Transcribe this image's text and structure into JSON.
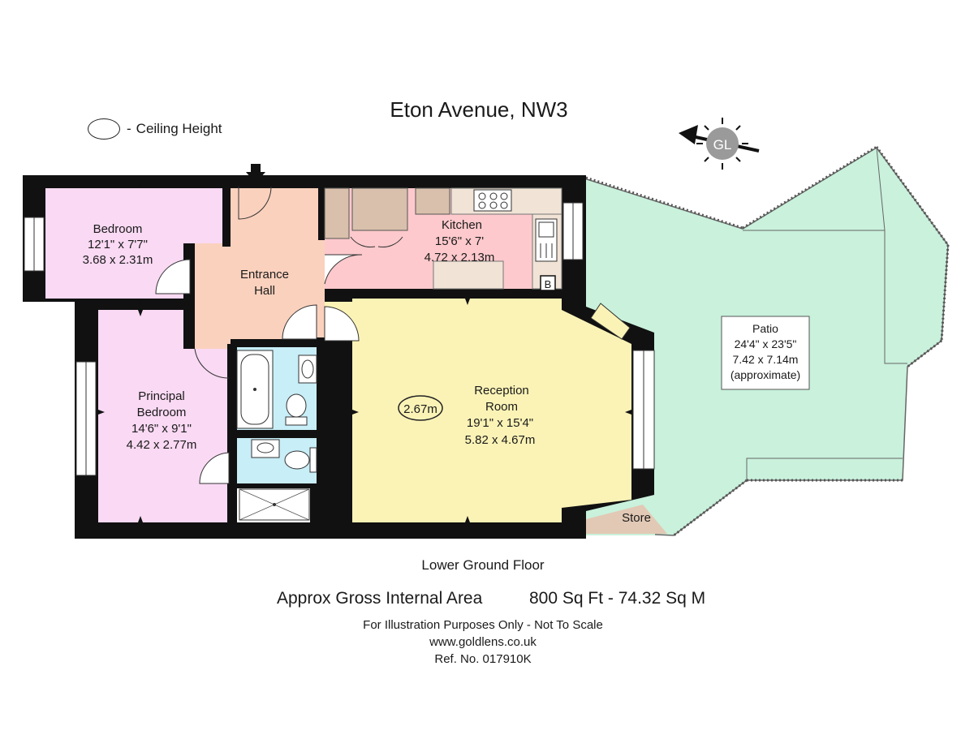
{
  "title": "Eton Avenue, NW3",
  "legend": {
    "dash": "-",
    "label": "Ceiling Height"
  },
  "compass": {
    "label": "GL",
    "color": "#9a9a9a"
  },
  "rooms": {
    "bedroom": {
      "name": "Bedroom",
      "imperial": "12'1\" x 7'7\"",
      "metric": "3.68 x 2.31m",
      "color": "#f9d9f3"
    },
    "principal": {
      "name_line1": "Principal",
      "name_line2": "Bedroom",
      "imperial": "14'6\" x 9'1\"",
      "metric": "4.42 x 2.77m",
      "color": "#f9d9f3"
    },
    "hall": {
      "name_line1": "Entrance",
      "name_line2": "Hall",
      "color": "#fad1bd"
    },
    "kitchen": {
      "name": "Kitchen",
      "imperial": "15'6\" x 7'",
      "metric": "4.72 x 2.13m",
      "color": "#fdc9cc"
    },
    "reception": {
      "name_line1": "Reception",
      "name_line2": "Room",
      "imperial": "19'1\" x 15'4\"",
      "metric": "5.82 x 4.67m",
      "ceiling": "2.67m",
      "color": "#fbf3b6"
    },
    "patio": {
      "name": "Patio",
      "imperial": "24'4\" x 23'5\"",
      "metric": "7.42 x 7.14m",
      "note": "(approximate)",
      "color": "#c9f1dc"
    },
    "store": {
      "name": "Store",
      "color": "#e2c9b5"
    },
    "bathroom_color": "#c8eef7",
    "boiler_label": "B"
  },
  "wall_color": "#111111",
  "floor_label": "Lower Ground Floor",
  "area": {
    "label": "Approx Gross Internal Area",
    "value": "800 Sq Ft  -  74.32 Sq M"
  },
  "footer": {
    "disclaimer": "For Illustration Purposes Only - Not To Scale",
    "website": "www.goldlens.co.uk",
    "ref": "Ref. No. 017910K"
  }
}
